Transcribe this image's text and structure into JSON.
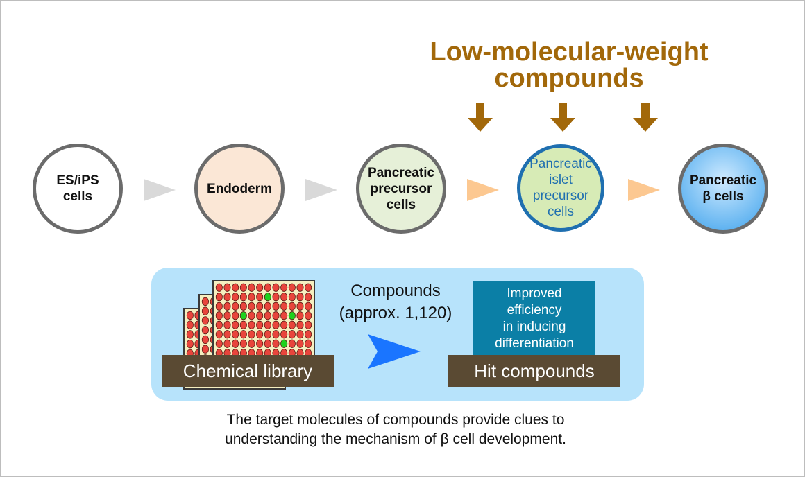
{
  "headline": {
    "line1": "Low-molecular-weight",
    "line2": "compounds"
  },
  "stages": [
    {
      "label": "ES/iPS\ncells"
    },
    {
      "label": "Endoderm"
    },
    {
      "label": "Pancreatic\nprecursor\ncells"
    },
    {
      "label": "Pancreatic\nislet\nprecursor\ncells"
    },
    {
      "label": "Pancreatic\nβ cells"
    }
  ],
  "screening": {
    "library_label": "Chemical library",
    "compounds_line1": "Compounds",
    "compounds_line2": "(approx. 1,120)",
    "effect_line1": "Improved",
    "effect_line2": "efficiency",
    "effect_line3": "in inducing",
    "effect_line4": "differentiation",
    "hit_label": "Hit compounds"
  },
  "caption": {
    "line1": "The target molecules of compounds provide clues to",
    "line2": "understanding the mechanism of β cell development."
  },
  "colors": {
    "headline": "#a2680a",
    "stage_fill_1": "#ffffff",
    "stage_fill_2": "#fbe7d6",
    "stage_fill_3": "#e6f0d8",
    "stage_fill_4": "#d7ebb6",
    "stage_fill_5": "#5cb3f0",
    "stage_border": "#6b6b6b",
    "islet_border": "#1f6fb0",
    "islet_text": "#1f6fb0",
    "panel": "#b7e3fb",
    "well_red": "#e8453c",
    "well_green": "#1ed11e",
    "label_bar": "#5a4a33",
    "hit_box": "#0b7fa6",
    "blue_arrow": "#1a75ff",
    "gray_arrow": "#d9d9d9",
    "peach_arrow": "#fcc891"
  }
}
